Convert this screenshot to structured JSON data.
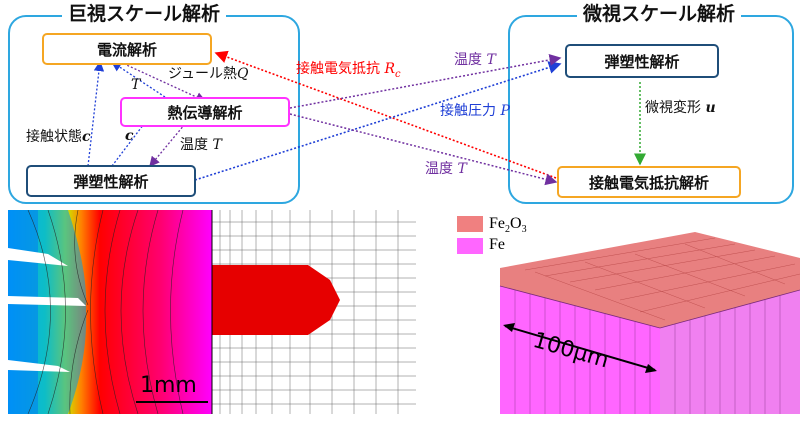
{
  "macro": {
    "title": "巨視スケール解析",
    "box_current": "電流解析",
    "box_heat": "熱伝導解析",
    "box_elastic": "弾塑性解析",
    "label_joule": "ジュール熱",
    "label_joule_sym": "Q",
    "label_T_top": "T",
    "label_contact_state": "接触状態",
    "label_contact_sym": "c",
    "label_c_small": "c",
    "label_temp": "温度",
    "label_temp_sym": "T"
  },
  "micro": {
    "title": "微視スケール解析",
    "box_elastic": "弾塑性解析",
    "box_contact": "接触電気抵抗解析",
    "label_deform": "微視変形",
    "label_deform_sym": "u"
  },
  "links": {
    "contact_resistance": "接触電気抵抗",
    "contact_resistance_sym": "R",
    "contact_resistance_sub": "c",
    "temp_top": "温度",
    "temp_top_sym": "T",
    "pressure": "接触圧力",
    "pressure_sym": "P",
    "temp_bottom": "温度",
    "temp_bottom_sym": "T"
  },
  "figure_left": {
    "scale_label": "1mm"
  },
  "figure_right": {
    "legend": [
      "Fe2O3",
      "Fe"
    ],
    "legend_colors": [
      "#f08080",
      "#ff66ff"
    ],
    "scale_label": "100μm"
  },
  "colors": {
    "panel_border": "#2ea7e0",
    "red_arrow": "#ff0000",
    "blue_arrow": "#1f3fd6",
    "purple_arrow": "#7030a0",
    "green_arrow": "#33aa33"
  }
}
